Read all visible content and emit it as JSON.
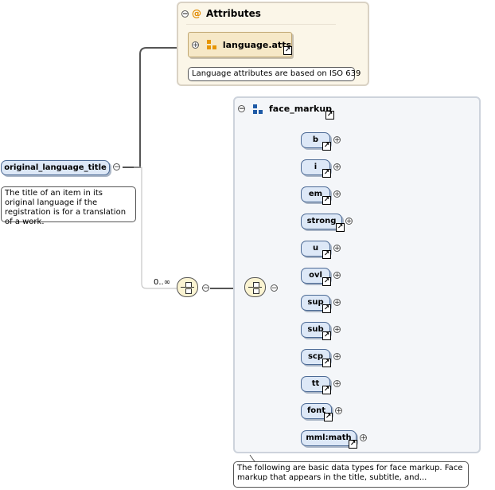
{
  "root": {
    "name": "original_language_title",
    "annotation": "The title of an item in its original language if the registration is for a translation of a work."
  },
  "attributes": {
    "header": "Attributes",
    "group_ref": "language.atts",
    "annotation": "Language attributes are based on ISO 639"
  },
  "occurrence": "0..∞",
  "face_markup": {
    "name": "face_markup",
    "annotation": "The following are basic data types for face markup. Face markup that appears in the title, subtitle, and...",
    "elements": [
      "b",
      "i",
      "em",
      "strong",
      "u",
      "ovl",
      "sup",
      "sub",
      "scp",
      "tt",
      "font",
      "mml:math"
    ]
  },
  "colors": {
    "element_fill": "#dde8f7",
    "attribute_fill": "#fbf6e8",
    "group_fill": "#f6e8c7",
    "compositor_fill": "#fbf4d2",
    "group_icon": "#1e5aa6",
    "attr_icon": "#e69500"
  }
}
